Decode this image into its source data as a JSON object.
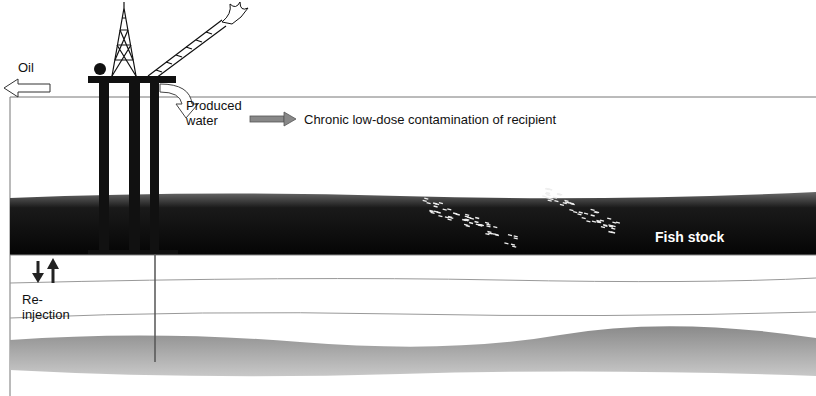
{
  "diagram": {
    "labels": [
      "Oil",
      "Produced water",
      "Chronic low-dose contamination of recipient",
      "Fish stock",
      "Re- injection"
    ]
  }
}
